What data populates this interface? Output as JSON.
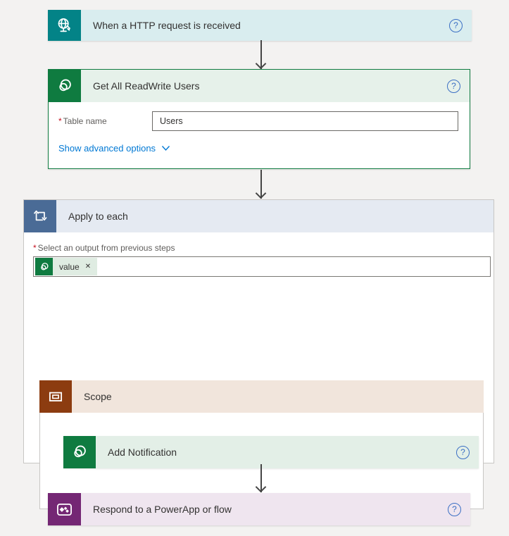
{
  "icons": {
    "help_glyph": "?",
    "remove_glyph": "✕",
    "required_marker": "*"
  },
  "colors": {
    "canvas_bg": "#f3f2f1",
    "http_teal": "#038387",
    "http_header_bg": "#d9edef",
    "dataverse_green": "#0f7b40",
    "dataverse_header_bg": "#e6f1ea",
    "selected_card_border": "#0f7b40",
    "loop_slate": "#4a6b96",
    "loop_header_bg": "#e5eaf2",
    "scope_brown": "#8c3c10",
    "scope_header_bg": "#f1e5dc",
    "powerapps_purple": "#742774",
    "powerapps_header_bg": "#efe5ef",
    "token_bg": "#dfece2",
    "help_blue": "#3b6fc4",
    "link_blue": "#0078d4",
    "arrow_gray": "#454545",
    "required_red": "#c50f1f"
  },
  "flow": {
    "http_trigger": {
      "title": "When a HTTP request is received"
    },
    "get_users": {
      "title": "Get All ReadWrite Users",
      "table_name_label": "Table name",
      "table_name_value": "Users",
      "advanced_options_label": "Show advanced options"
    },
    "apply_to_each": {
      "title": "Apply to each",
      "select_output_label": "Select an output from previous steps",
      "token_label": "value"
    },
    "scope": {
      "title": "Scope"
    },
    "add_notification": {
      "title": "Add Notification"
    },
    "respond": {
      "title": "Respond to a PowerApp or flow"
    }
  }
}
